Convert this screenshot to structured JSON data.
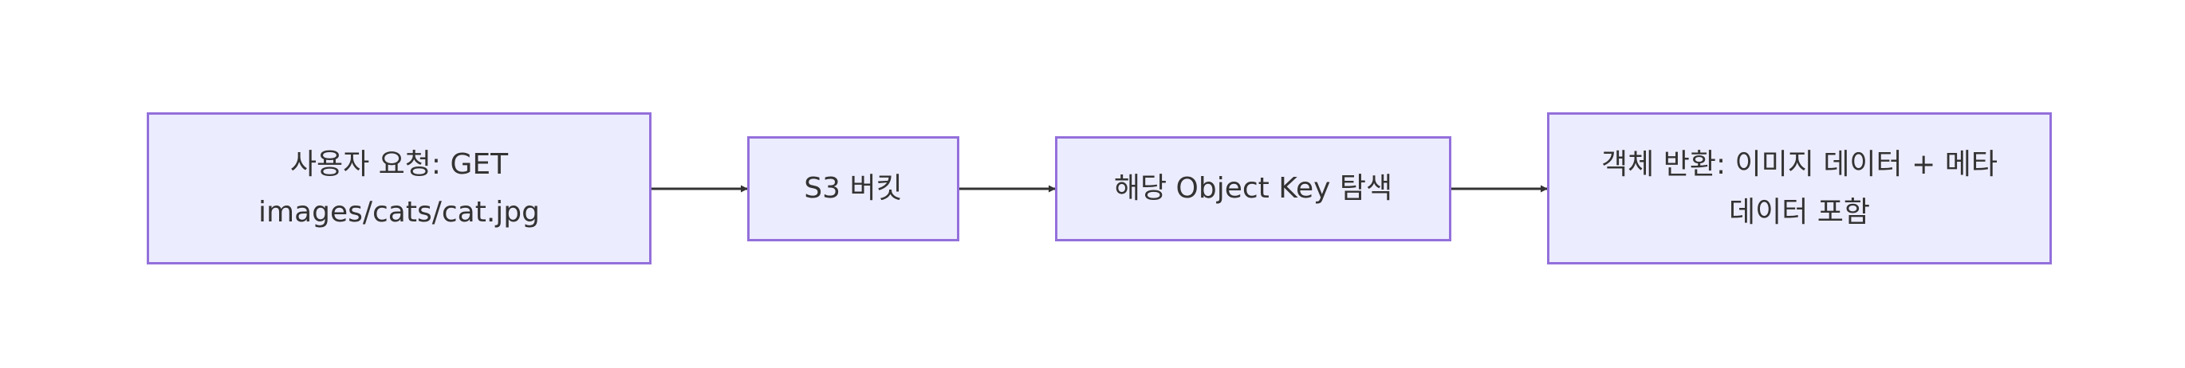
{
  "diagram": {
    "nodes": [
      {
        "id": "request",
        "label": "사용자 요청: GET images/cats/cat.jpg"
      },
      {
        "id": "bucket",
        "label": "S3 버킷"
      },
      {
        "id": "search",
        "label": "해당 Object Key 탐색"
      },
      {
        "id": "return",
        "label": "객체 반환: 이미지 데이터 + 메타데이터 포함"
      }
    ],
    "edges": [
      {
        "from": "request",
        "to": "bucket"
      },
      {
        "from": "bucket",
        "to": "search"
      },
      {
        "from": "search",
        "to": "return"
      }
    ],
    "colors": {
      "node_fill": "#ececff",
      "node_border": "#9370db",
      "text": "#333333",
      "edge": "#333333"
    }
  }
}
